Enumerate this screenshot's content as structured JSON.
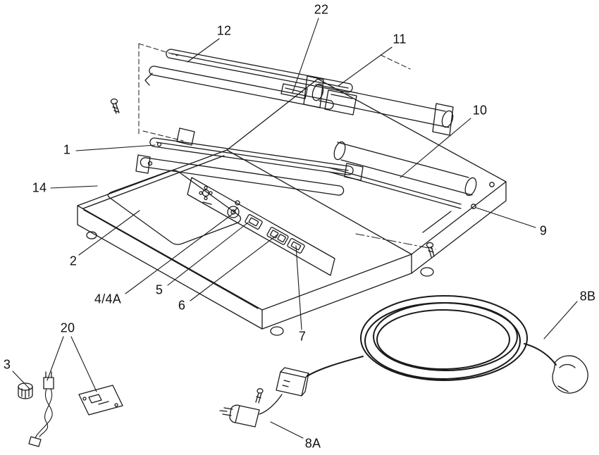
{
  "figure": {
    "background_color": "#ffffff",
    "line_color": "#1a1a1a"
  },
  "callouts": [
    {
      "label": "22"
    },
    {
      "label": "12"
    },
    {
      "label": "11"
    },
    {
      "label": "10"
    },
    {
      "label": "1"
    },
    {
      "label": "14"
    },
    {
      "label": "2"
    },
    {
      "label": "9"
    },
    {
      "label": "4/4A"
    },
    {
      "label": "5"
    },
    {
      "label": "6"
    },
    {
      "label": "7"
    },
    {
      "label": "8B"
    },
    {
      "label": "8A"
    },
    {
      "label": "3"
    },
    {
      "label": "20"
    }
  ]
}
